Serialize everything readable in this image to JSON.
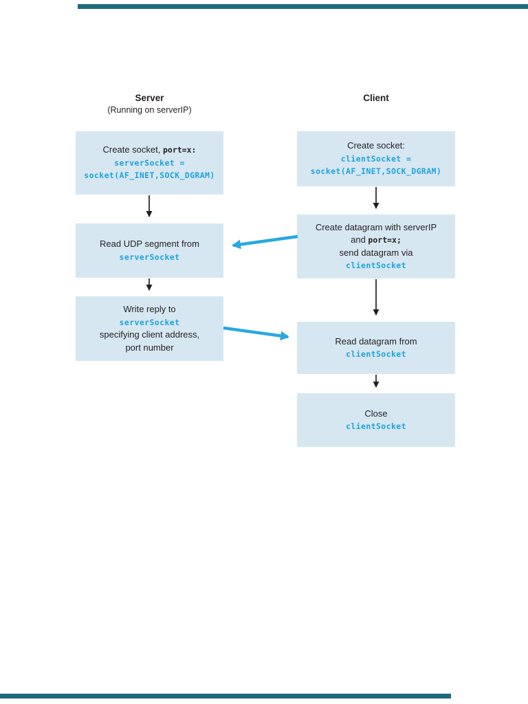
{
  "colors": {
    "box_fill": "#d6e7f2",
    "code_blue": "#1ea2dc",
    "text_dark": "#231f20",
    "arrow_cyan": "#29a8e0",
    "arrow_black": "#231f20",
    "rule_teal": "#1d6b7b"
  },
  "columns": {
    "server": {
      "title": "Server",
      "subtitle": "(Running on serverIP)",
      "boxes": [
        {
          "name": "server-create-socket",
          "lines": [
            [
              {
                "text": "Create socket, ",
                "style": "sans"
              },
              {
                "text": "port=x:",
                "style": "mono-dark"
              }
            ],
            [
              {
                "text": "serverSocket =",
                "style": "mono-blue"
              }
            ],
            [
              {
                "text": "socket(AF_INET,SOCK_DGRAM)",
                "style": "mono-blue"
              }
            ]
          ]
        },
        {
          "name": "server-read-segment",
          "lines": [
            [
              {
                "text": "Read UDP segment from",
                "style": "sans"
              }
            ],
            [
              {
                "text": "serverSocket",
                "style": "mono-blue"
              }
            ]
          ]
        },
        {
          "name": "server-write-reply",
          "lines": [
            [
              {
                "text": "Write reply to",
                "style": "sans"
              }
            ],
            [
              {
                "text": "serverSocket",
                "style": "mono-blue"
              }
            ],
            [
              {
                "text": "specifying client address,",
                "style": "sans"
              }
            ],
            [
              {
                "text": "port number",
                "style": "sans"
              }
            ]
          ]
        }
      ]
    },
    "client": {
      "title": "Client",
      "boxes": [
        {
          "name": "client-create-socket",
          "lines": [
            [
              {
                "text": "Create socket:",
                "style": "sans"
              }
            ],
            [
              {
                "text": "clientSocket =",
                "style": "mono-blue"
              }
            ],
            [
              {
                "text": "socket(AF_INET,SOCK_DGRAM)",
                "style": "mono-blue"
              }
            ]
          ]
        },
        {
          "name": "client-create-datagram",
          "lines": [
            [
              {
                "text": "Create datagram with serverIP",
                "style": "sans"
              }
            ],
            [
              {
                "text": "and ",
                "style": "sans"
              },
              {
                "text": "port=x;",
                "style": "mono-dark"
              }
            ],
            [
              {
                "text": "send datagram via",
                "style": "sans"
              }
            ],
            [
              {
                "text": "clientSocket",
                "style": "mono-blue"
              }
            ]
          ]
        },
        {
          "name": "client-read-datagram",
          "lines": [
            [
              {
                "text": "Read datagram from",
                "style": "sans"
              }
            ],
            [
              {
                "text": "clientSocket",
                "style": "mono-blue"
              }
            ]
          ]
        },
        {
          "name": "client-close",
          "lines": [
            [
              {
                "text": "Close",
                "style": "sans"
              }
            ],
            [
              {
                "text": "clientSocket",
                "style": "mono-blue"
              }
            ]
          ]
        }
      ]
    }
  },
  "arrows": [
    {
      "name": "server-create-to-read",
      "type": "sequence",
      "color": "black"
    },
    {
      "name": "server-read-to-write",
      "type": "sequence",
      "color": "black"
    },
    {
      "name": "client-create-to-datagram",
      "type": "sequence",
      "color": "black"
    },
    {
      "name": "client-datagram-to-read",
      "type": "sequence",
      "color": "black"
    },
    {
      "name": "client-read-to-close",
      "type": "sequence",
      "color": "black"
    },
    {
      "name": "client-send-to-server-read",
      "type": "message",
      "color": "cyan"
    },
    {
      "name": "server-reply-to-client-read",
      "type": "message",
      "color": "cyan"
    }
  ]
}
